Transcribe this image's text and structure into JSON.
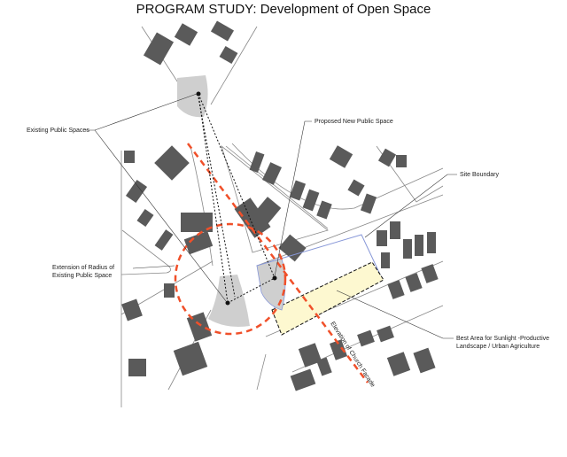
{
  "title": "PROGRAM STUDY:  Development of Open Space",
  "labels": {
    "existing_public_spaces": "Existing Public Spaces",
    "proposed_new_public_space": "Proposed New Public Space",
    "site_boundary": "Site Boundary",
    "extension_radius_line1": "Extension of Radius of",
    "extension_radius_line2": "Existing Public Space",
    "best_area_line1": "Best Area for Sunlight -Productive",
    "best_area_line2": "Landscape / Urban Agriculture",
    "church_facade": "Elevation of Church Facade"
  },
  "colors": {
    "radius_dashes": "#f0502a",
    "site_boundary": "#8898d8",
    "best_area_fill": "#fdf8d0",
    "public_space_fill": "#cfcfcf",
    "buildings": "#5a5a5a"
  }
}
